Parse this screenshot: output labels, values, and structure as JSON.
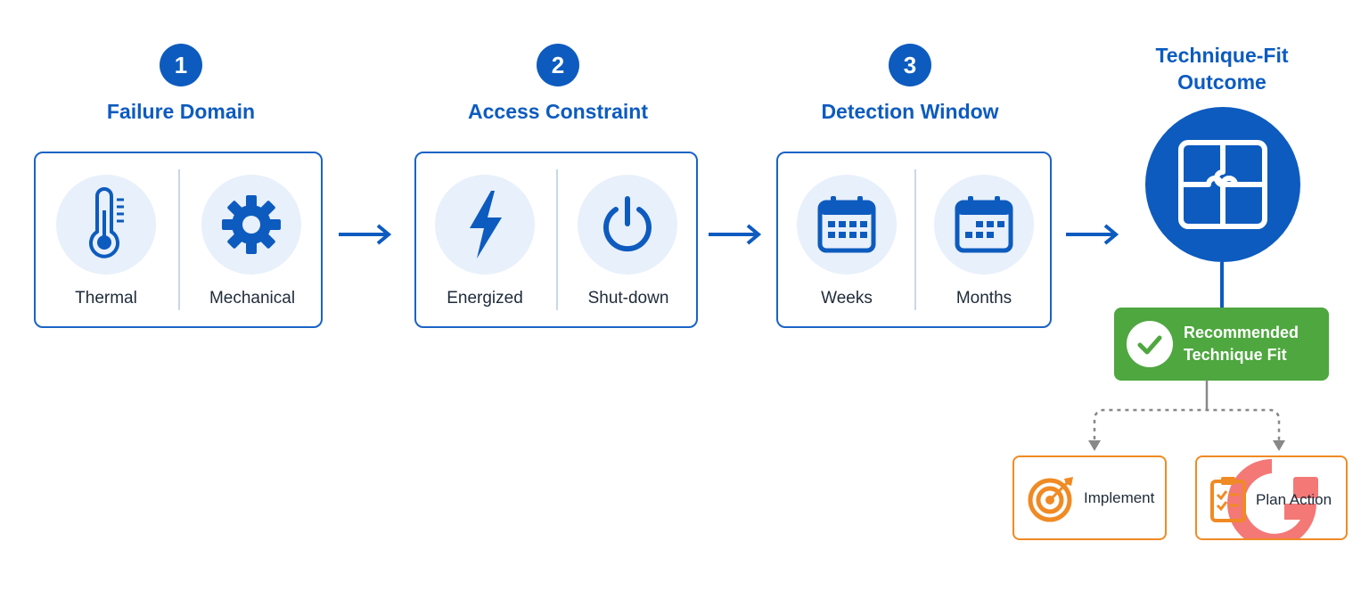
{
  "steps": [
    {
      "number": "1",
      "title": "Failure Domain",
      "options": [
        {
          "label": "Thermal",
          "icon": "thermometer-icon"
        },
        {
          "label": "Mechanical",
          "icon": "gear-icon"
        }
      ]
    },
    {
      "number": "2",
      "title": "Access Constraint",
      "options": [
        {
          "label": "Energized",
          "icon": "lightning-bolt-icon"
        },
        {
          "label": "Shut-down",
          "icon": "power-icon"
        }
      ]
    },
    {
      "number": "3",
      "title": "Detection Window",
      "options": [
        {
          "label": "Weeks",
          "icon": "calendar-icon"
        },
        {
          "label": "Months",
          "icon": "calendar-icon"
        }
      ]
    }
  ],
  "outcome": {
    "title": "Technique-Fit\nOutcome",
    "icon": "puzzle-icon",
    "recommended": "Recommended\nTechnique Fit",
    "actions": [
      {
        "label": "Implement",
        "icon": "target-icon"
      },
      {
        "label": "Plan Action",
        "icon": "clipboard-checklist-icon"
      }
    ]
  },
  "colors": {
    "primary": "#0d5bbf",
    "light": "#e8f0fb",
    "green": "#4ea73f",
    "orange": "#f08a24"
  }
}
